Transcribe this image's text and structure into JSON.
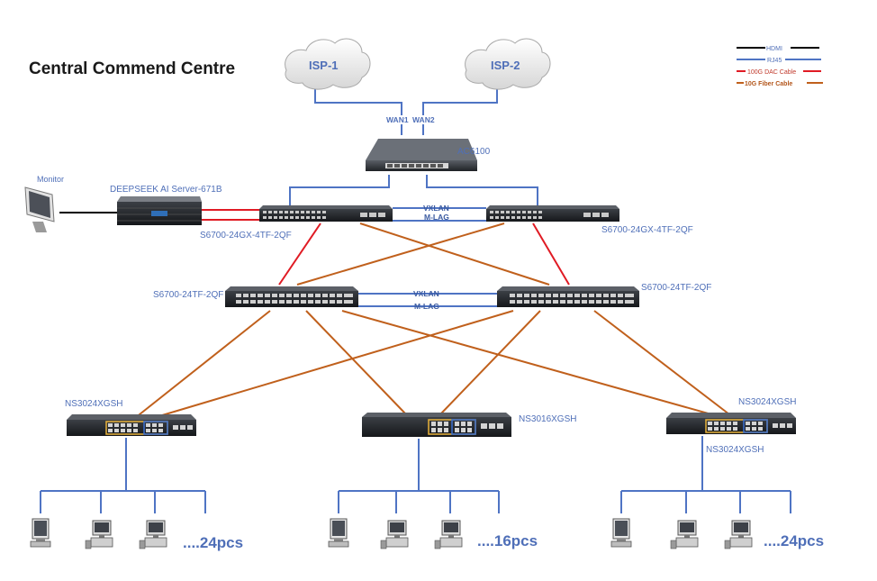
{
  "title": "Central Commend Centre",
  "legend": [
    {
      "label": "HDMI",
      "color": "#000000"
    },
    {
      "label": "RJ45",
      "color": "#4f74c4"
    },
    {
      "label": "100G DAC Cable",
      "color": "#e01b24"
    },
    {
      "label": "10G Fiber Cable",
      "color": "#c0601c"
    }
  ],
  "clouds": {
    "isp1": "ISP-1",
    "isp2": "ISP-2"
  },
  "wan": {
    "wan1": "WAN1",
    "wan2": "WAN2"
  },
  "devices": {
    "controller": "AC6100",
    "monitor": "Monitor",
    "server": "DEEPSEEK AI Server-671B",
    "core_left": "S6700-24GX-4TF-2QF",
    "core_right": "S6700-24GX-4TF-2QF",
    "agg_left": "S6700-24TF-2QF",
    "agg_right": "S6700-24TF-2QF",
    "access_left": "NS3024XGSH",
    "access_mid": "NS3016XGSH",
    "access_right_top": "NS3024XGSH",
    "access_right_bottom": "NS3024XGSH"
  },
  "links": {
    "core_vxlan": "VXLAN",
    "core_mlag": "M-LAG",
    "agg_vxlan": "VXLAN",
    "agg_mlag": "M-LAG"
  },
  "counts": {
    "left": "....24pcs",
    "mid": "....16pcs",
    "right": "....24pcs"
  },
  "colors": {
    "rj45": "#4f74c4",
    "dac": "#e01b24",
    "fiber": "#c0601c",
    "hdmi": "#000000",
    "label": "#4f6fb8"
  }
}
